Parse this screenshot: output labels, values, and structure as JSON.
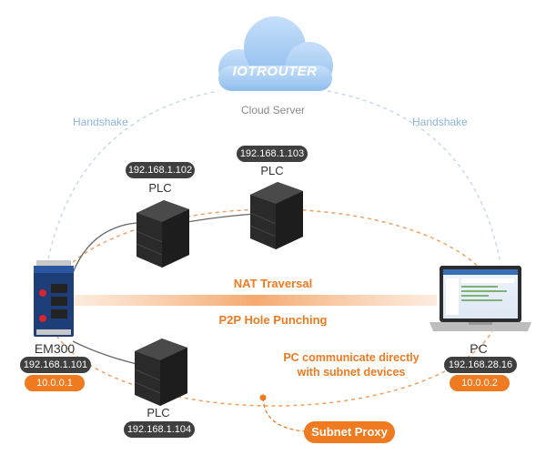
{
  "cloud": {
    "brand": "IOTROUTER",
    "label": "Cloud Server"
  },
  "handshake_left": "Handshake",
  "handshake_right": "Handshake",
  "plc_top_left": {
    "ip": "192.168.1.102",
    "label": "PLC"
  },
  "plc_top_right": {
    "ip": "192.168.1.103",
    "label": "PLC"
  },
  "plc_bottom": {
    "ip": "192.168.1.104",
    "label": "PLC"
  },
  "em300": {
    "label": "EM300",
    "ip": "192.168.1.101",
    "vip": "10.0.0.1"
  },
  "pc": {
    "label": "PC",
    "ip": "192.168.28.16",
    "vip": "10.0.0.2"
  },
  "nat": "NAT Traversal",
  "p2p": "P2P Hole Punching",
  "pc_comm": [
    "PC communicate directly",
    "with subnet devices"
  ],
  "subnet_proxy": "Subnet Proxy",
  "colors": {
    "orange": "#f07a20",
    "dark_pill": "#3f3f3f",
    "handshake": "#8fb3d9",
    "cloud": "#a9cdf3"
  }
}
